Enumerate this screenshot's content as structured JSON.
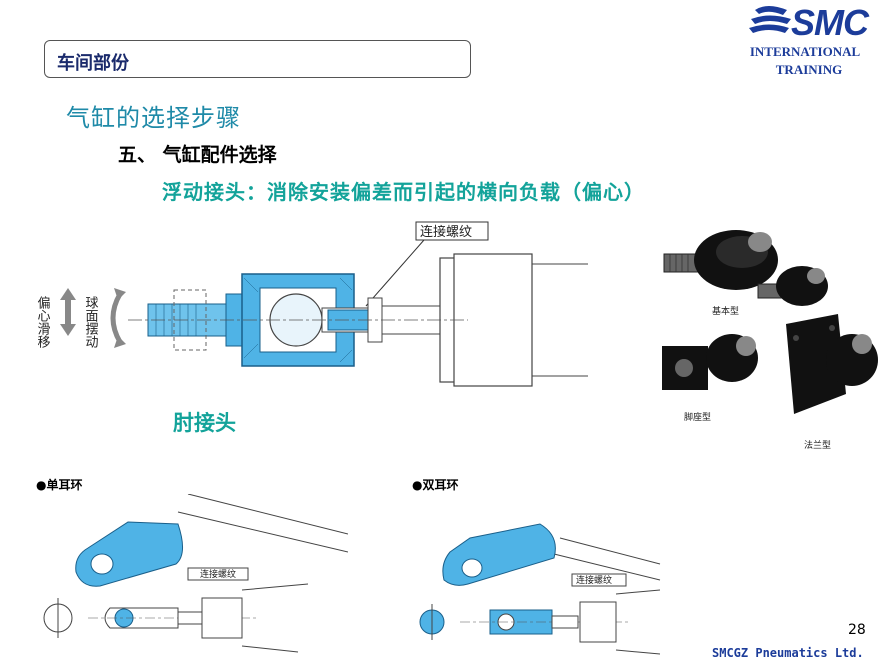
{
  "header": {
    "section": "车间部份",
    "logo_text": "SMC",
    "logo_sub1": "INTERNATIONAL",
    "logo_sub2": "TRAINING"
  },
  "content": {
    "title": "气缸的选择步骤",
    "step": "五、 气缸配件选择",
    "floating_joint": "浮动接头：消除安装偏差而引起的横向负载（偏心）",
    "elbow_joint": "肘接头"
  },
  "floating_diagram": {
    "thread_label": "连接螺纹",
    "left_label_1": "偏心滑移",
    "left_label_2": "球面摆动"
  },
  "product_types": {
    "basic": "基本型",
    "foot": "脚座型",
    "flange": "法兰型"
  },
  "clevis": {
    "single": "●单耳环",
    "double": "●双耳环",
    "thread_label": "连接螺纹"
  },
  "colors": {
    "accent_blue": "#4fb3e6",
    "title_teal": "#1f8aa8",
    "heading_green": "#13a39a",
    "logo_blue": "#1c3c9a"
  },
  "footer": {
    "page": "28",
    "company": "SMCGZ  Pneumatics  Ltd."
  }
}
